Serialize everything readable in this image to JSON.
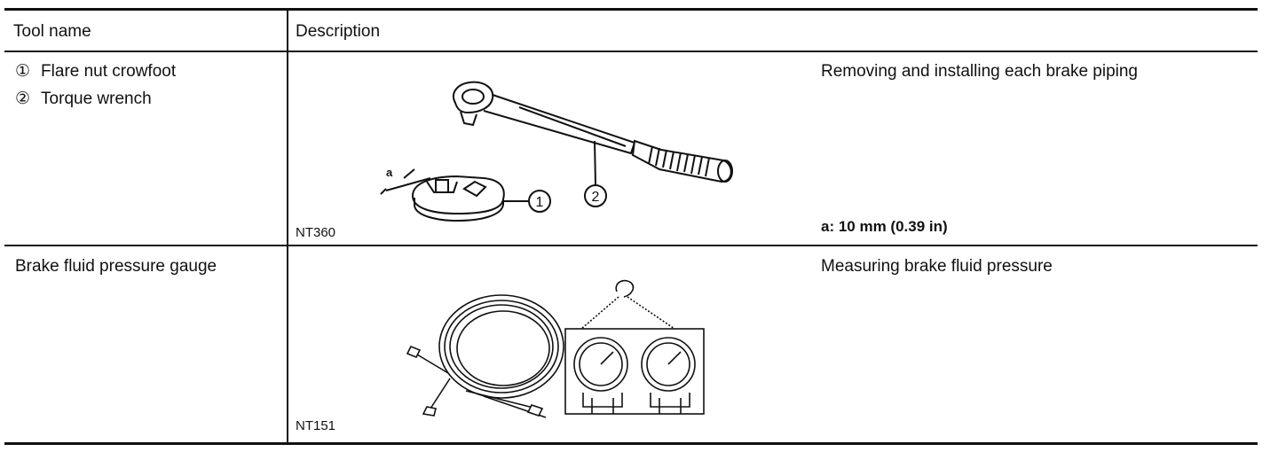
{
  "table": {
    "headers": {
      "tool_name": "Tool name",
      "description": "Description"
    },
    "rows": [
      {
        "items": [
          {
            "number": "①",
            "label": "Flare nut crowfoot"
          },
          {
            "number": "②",
            "label": "Torque wrench"
          }
        ],
        "use": "Removing and installing each brake piping",
        "spec": "a: 10 mm (0.39 in)",
        "figure_code": "NT360",
        "callouts": {
          "a": "a",
          "one": "1",
          "two": "2"
        }
      },
      {
        "name": "Brake fluid pressure gauge",
        "use": "Measuring brake fluid pressure",
        "figure_code": "NT151"
      }
    ]
  }
}
